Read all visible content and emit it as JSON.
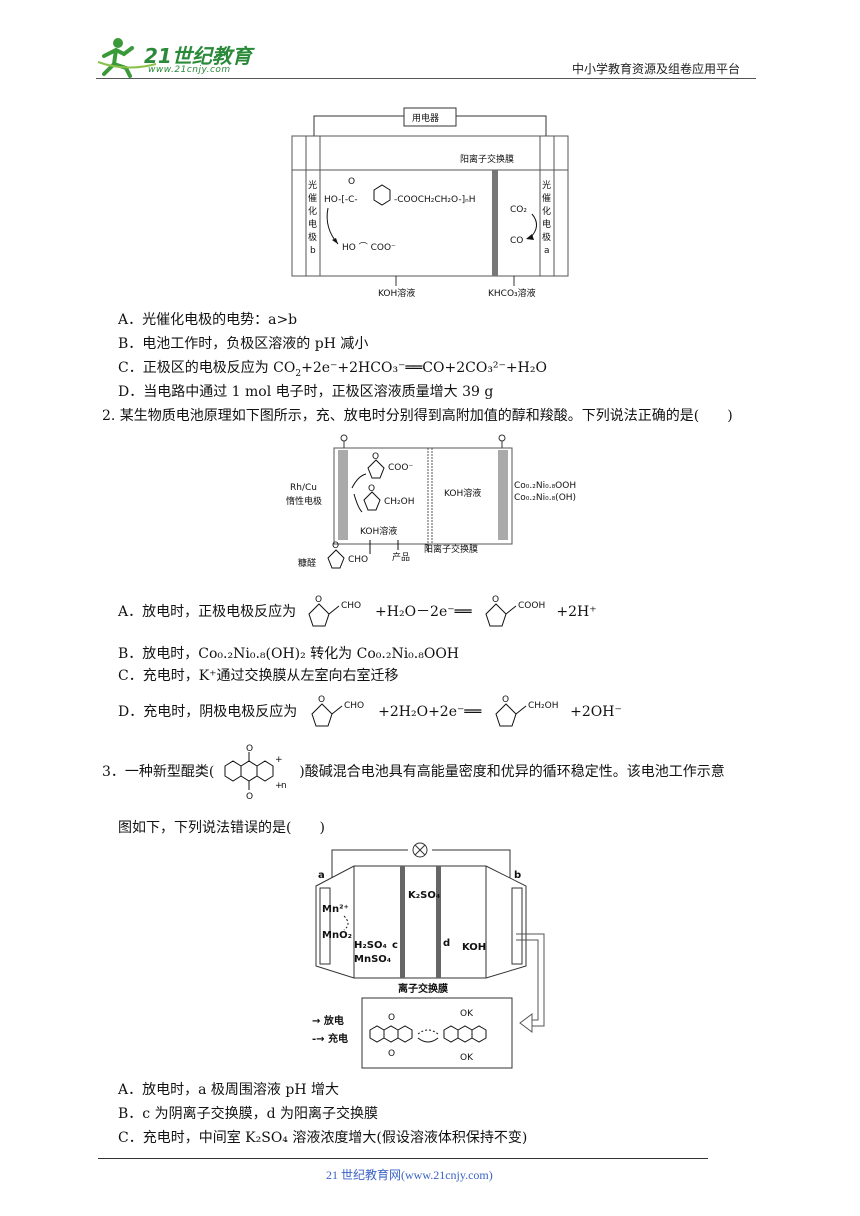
{
  "header": {
    "logo_text": "21世纪教育",
    "logo_url_text": "www.21cnjy.com",
    "right_text": "中小学教育资源及组卷应用平台"
  },
  "fig1": {
    "device_label": "用电器",
    "membrane_label": "阳离子交换膜",
    "left_electrode": [
      "光",
      "催",
      "化",
      "电",
      "极",
      "b"
    ],
    "right_electrode": [
      "光",
      "催",
      "化",
      "电",
      "极",
      "a"
    ],
    "polymer_text": "HO-[-C-⬡-COOCH2CH2O-]n-H",
    "product_left": "HO  ⌒  COO⁻",
    "co2": "CO2",
    "co": "CO",
    "koh_label": "KOH溶液",
    "khco3_label": "KHCO3溶液"
  },
  "q1": {
    "A": "A．光催化电极的电势：a>b",
    "B": "B．电池工作时，负极区溶液的 pH 减小",
    "C_pre": "C．正极区的电极反应为 CO",
    "C_post": "+2e⁻+2HCO₃⁻══CO+2CO₃²⁻+H₂O",
    "D": "D．当电路中通过 1 mol 电子时，正极区溶液质量增大 39 g"
  },
  "q2": {
    "stem": "2. 某生物质电池原理如下图所示，充、放电时分别得到高附加值的醇和羧酸。下列说法正确的是(　　)",
    "fig_left_electrode": [
      "Rh/Cu",
      "惰性电极"
    ],
    "fig_koh": "KOH溶液",
    "fig_koh_bottom": "KOH溶液",
    "fig_right_electrode": [
      "Co0.2Ni0.8OOH/",
      "Co0.2Ni0.8(OH)2"
    ],
    "fig_membrane": "阳离子交换膜",
    "fig_furfural": "糠醛",
    "fig_product": "产品",
    "fig_coo": "COO⁻",
    "fig_ch2oh": "CH2OH",
    "fig_cho": "CHO",
    "A_pre": "A．放电时，正极电极反应为",
    "A_mid": "+H₂O－2e⁻══",
    "A_post": "+2H⁺",
    "A_cho": "CHO",
    "A_cooh": "COOH",
    "B": "B．放电时，Co₀.₂Ni₀.₈(OH)₂ 转化为 Co₀.₂Ni₀.₈OOH",
    "C": "C．充电时，K⁺通过交换膜从左室向右室迁移",
    "D_pre": "D．充电时，阴极电极反应为",
    "D_mid": "+2H₂O+2e⁻══",
    "D_post": "+2OH⁻",
    "D_cho": "CHO",
    "D_ch2oh": "CH₂OH"
  },
  "q3": {
    "stem_pre": "3．一种新型醌类(",
    "stem_post": ")酸碱混合电池具有高能量密度和优异的循环稳定性。该电池工作示意",
    "stem_line2": "图如下，下列说法错误的是(　　)",
    "fig_a": "a",
    "fig_b": "b",
    "fig_mn2": "Mn²⁺",
    "fig_mno2": "MnO₂",
    "fig_k2so4": "K₂SO₄",
    "fig_h2so4": "H₂SO₄",
    "fig_mnso4": "MnSO₄",
    "fig_c": "c",
    "fig_d": "d",
    "fig_koh": "KOH",
    "fig_membrane": "离子交换膜",
    "fig_discharge": "→ 放电",
    "fig_charge": "-→ 充电",
    "fig_ok": "OK",
    "fig_o": "O",
    "A": "A．放电时，a 极周围溶液 pH 增大",
    "B": "B．c 为阴离子交换膜，d 为阳离子交换膜",
    "C": "C．充电时，中间室 K₂SO₄ 溶液浓度增大(假设溶液体积保持不变)"
  },
  "footer": {
    "text": "21 世纪教育网(www.21cnjy.com)"
  }
}
